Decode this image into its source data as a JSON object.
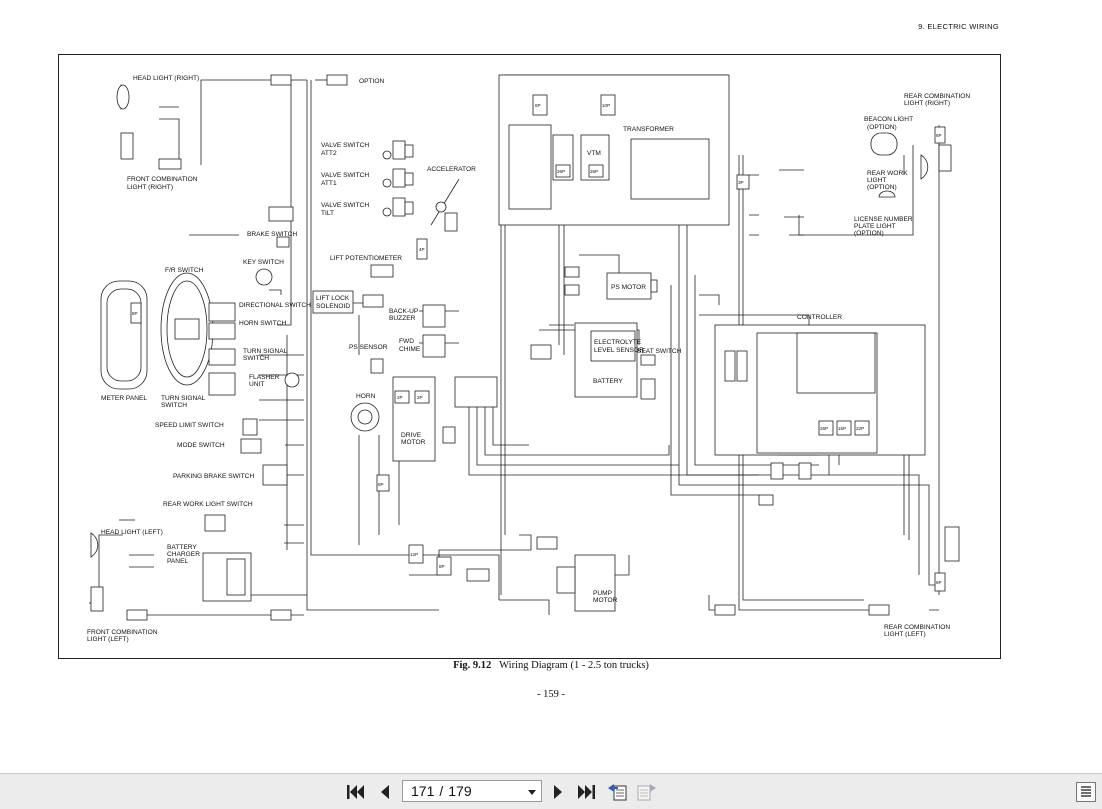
{
  "header": {
    "section": "9.  ELECTRIC WIRING"
  },
  "figure": {
    "number": "Fig. 9.12",
    "caption": "Wiring Diagram (1 - 2.5 ton trucks)"
  },
  "page_label": "- 159 -",
  "labels": {
    "head_light_right": "HEAD LIGHT (RIGHT)",
    "option": "OPTION",
    "front_comb_right_1": "FRONT COMBINATION",
    "front_comb_right_2": "LIGHT (RIGHT)",
    "valve_att2_1": "VALVE SWITCH",
    "valve_att2_2": "ATT2",
    "valve_att1_1": "VALVE SWITCH",
    "valve_att1_2": "ATT1",
    "valve_tilt_1": "VALVE SWITCH",
    "valve_tilt_2": "TILT",
    "accelerator": "ACCELERATOR",
    "transformer": "TRANSFORMER",
    "vtm": "VTM",
    "rear_comb_right_1": "REAR COMBINATION",
    "rear_comb_right_2": "LIGHT (RIGHT)",
    "beacon_1": "BEACON LIGHT",
    "beacon_2": "(OPTION)",
    "rear_work_1": "REAR WORK",
    "rear_work_2": "LIGHT",
    "rear_work_3": "(OPTION)",
    "brake_switch": "BRAKE SWITCH",
    "license_1": "LICENSE NUMBER",
    "license_2": "PLATE LIGHT",
    "license_3": "(OPTION)",
    "key_switch": "KEY SWITCH",
    "fr_switch": "F/R SWITCH",
    "lift_potentiometer": "LIFT POTENTIOMETER",
    "ps_motor": "PS MOTOR",
    "directional_switch": "DIRECTIONAL SWITCH",
    "lift_lock_1": "LIFT LOCK",
    "lift_lock_2": "SOLENOID",
    "horn_switch": "HORN SWITCH",
    "backup_buzzer_1": "BACK-UP",
    "backup_buzzer_2": "BUZZER",
    "controller": "CONTROLLER",
    "turn_signal_sw_1": "TURN SIGNAL",
    "turn_signal_sw_2": "SWITCH",
    "fwd_chime_1": "FWD",
    "fwd_chime_2": "CHIME",
    "electrolyte_1": "ELECTROLYTE",
    "electrolyte_2": "LEVEL SENSOR",
    "seat_switch": "SEAT SWITCH",
    "ps_sensor": "PS SENSOR",
    "flasher_1": "FLASHER",
    "flasher_2": "UNIT",
    "battery": "BATTERY",
    "meter_panel": "METER PANEL",
    "turn_signal_1": "TURN SIGNAL",
    "turn_signal_2": "SWITCH",
    "horn": "HORN",
    "speed_limit": "SPEED LIMIT SWITCH",
    "drive_motor_1": "DRIVE",
    "drive_motor_2": "MOTOR",
    "mode_switch": "MODE SWITCH",
    "parking_brake": "PARKING BRAKE SWITCH",
    "rear_work_switch": "REAR WORK LIGHT SWITCH",
    "head_light_left": "HEAD LIGHT (LEFT)",
    "battery_charger_1": "BATTERY",
    "battery_charger_2": "CHARGER",
    "battery_charger_3": "PANEL",
    "pump_motor_1": "PUMP",
    "pump_motor_2": "MOTOR",
    "front_comb_left_1": "FRONT COMBINATION",
    "front_comb_left_2": "LIGHT (LEFT)",
    "rear_comb_left_1": "REAR COMBINATION",
    "rear_comb_left_2": "LIGHT (LEFT)"
  },
  "connectors": {
    "c_2p": "2P",
    "c_3p": "3P",
    "c_4p": "4P",
    "c_6p": "6P",
    "c_8p": "8P",
    "c_10p": "10P",
    "c_12p": "12P",
    "c_16p": "16P",
    "c_22p": "22P",
    "c_26p": "26P",
    "c_1p": "1P"
  },
  "viewer": {
    "current_page": "171",
    "separator": "/",
    "total_pages": "179"
  }
}
